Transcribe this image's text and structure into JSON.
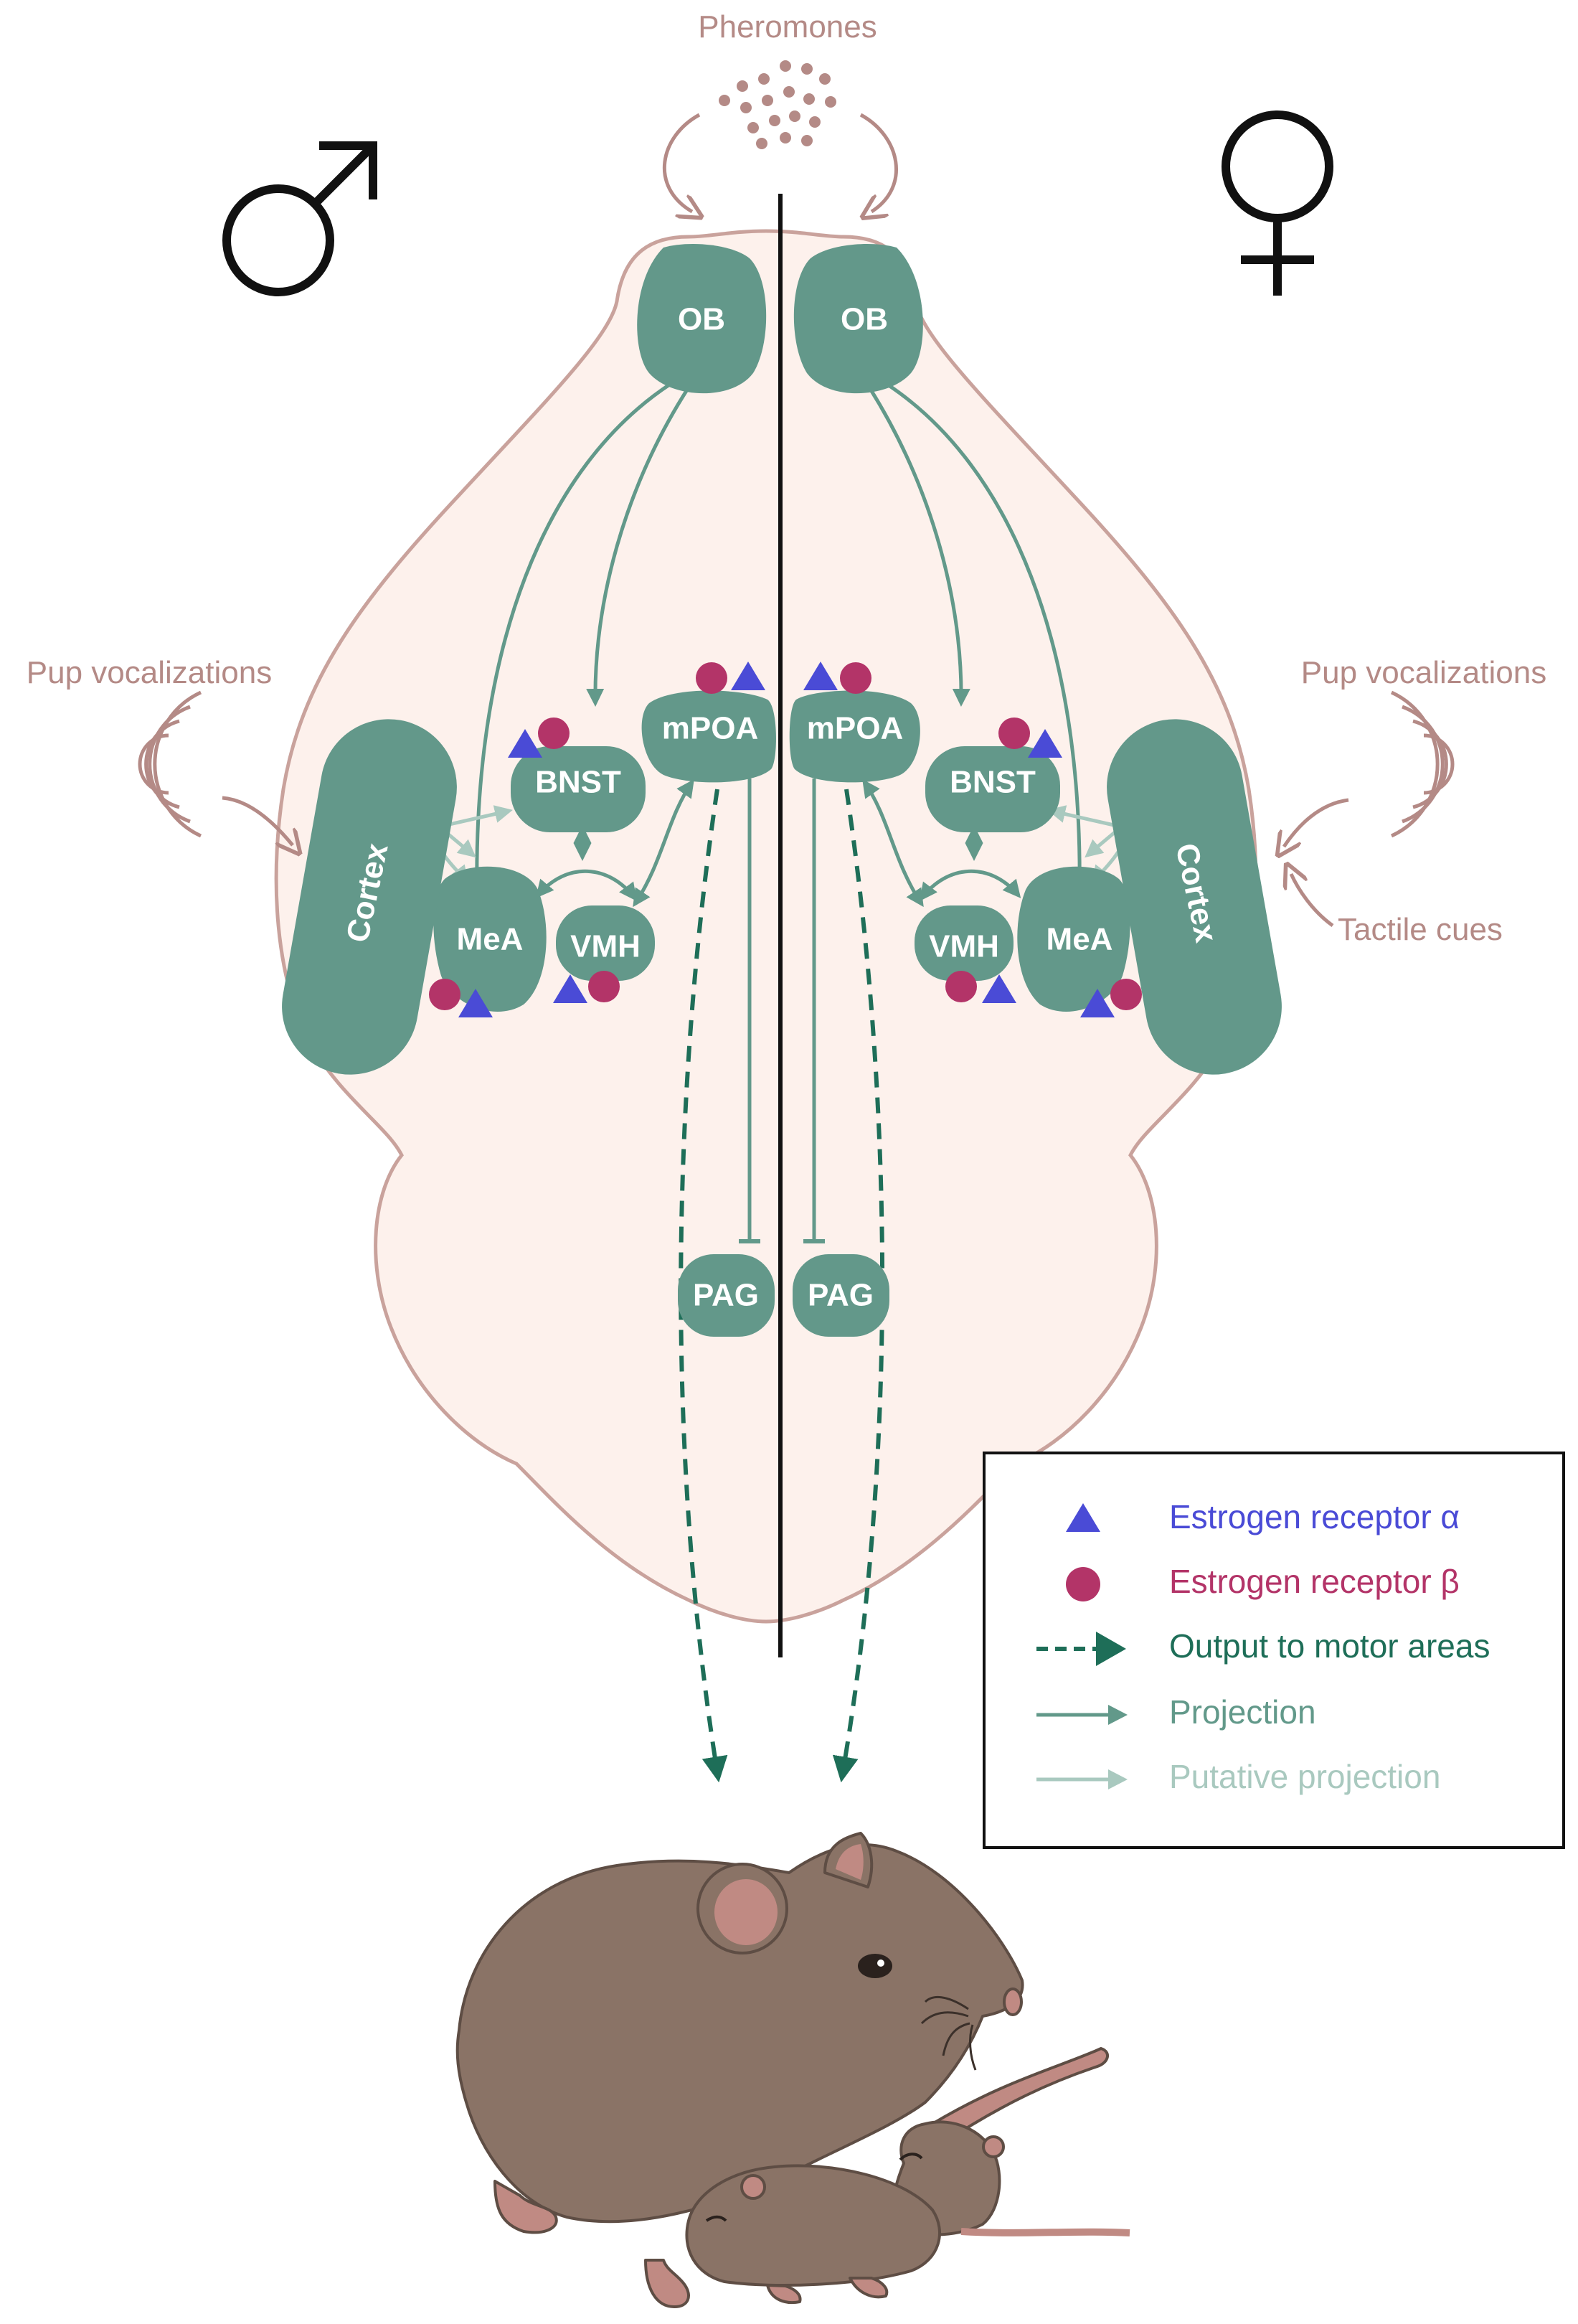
{
  "cues": {
    "pheromones": "Pheromones",
    "pup_vocalizations_left": "Pup vocalizations",
    "pup_vocalizations_right": "Pup vocalizations",
    "tactile": "Tactile cues"
  },
  "symbols": {
    "male": "♂",
    "female": "♀"
  },
  "regions": {
    "ob": "OB",
    "bnst": "BNST",
    "mpoa": "mPOA",
    "mea": "MeA",
    "vmh": "VMH",
    "cortex": "Cortex",
    "pag": "PAG"
  },
  "legend": {
    "era": "Estrogen receptor α",
    "erb": "Estrogen receptor β",
    "output": "Output to motor areas",
    "projection": "Projection",
    "putative": "Putative  projection"
  },
  "colors": {
    "region_fill": "#63988a",
    "brain_fill": "#fdf1ec",
    "brain_outline": "#c9a29c",
    "estrogen_receptor_alpha": "#4a4bd6",
    "estrogen_receptor_beta": "#b33468",
    "output_arrow": "#1e6e58",
    "projection": "#62998a",
    "putative_projection": "#a9c9bf",
    "cue_text": "#b48a86",
    "mouse_body": "#8a7366"
  },
  "icons": [
    "male-symbol-icon",
    "female-symbol-icon",
    "pheromone-dots-icon",
    "sound-waves-icon",
    "mouse-illustration"
  ]
}
